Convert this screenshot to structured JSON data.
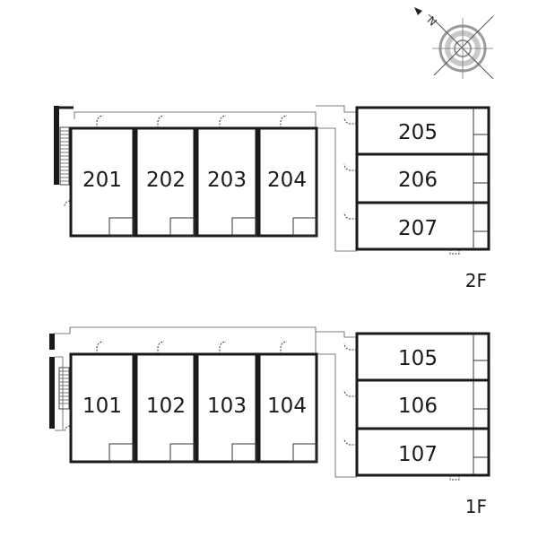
{
  "compass": {
    "letter": "N",
    "icon": "compass-rose-icon"
  },
  "floors": [
    {
      "id": "2f",
      "label": "2F",
      "units_left": [
        "201",
        "202",
        "203",
        "204"
      ],
      "units_right": [
        "205",
        "206",
        "207"
      ]
    },
    {
      "id": "1f",
      "label": "1F",
      "units_left": [
        "101",
        "102",
        "103",
        "104"
      ],
      "units_right": [
        "105",
        "106",
        "107"
      ]
    }
  ]
}
